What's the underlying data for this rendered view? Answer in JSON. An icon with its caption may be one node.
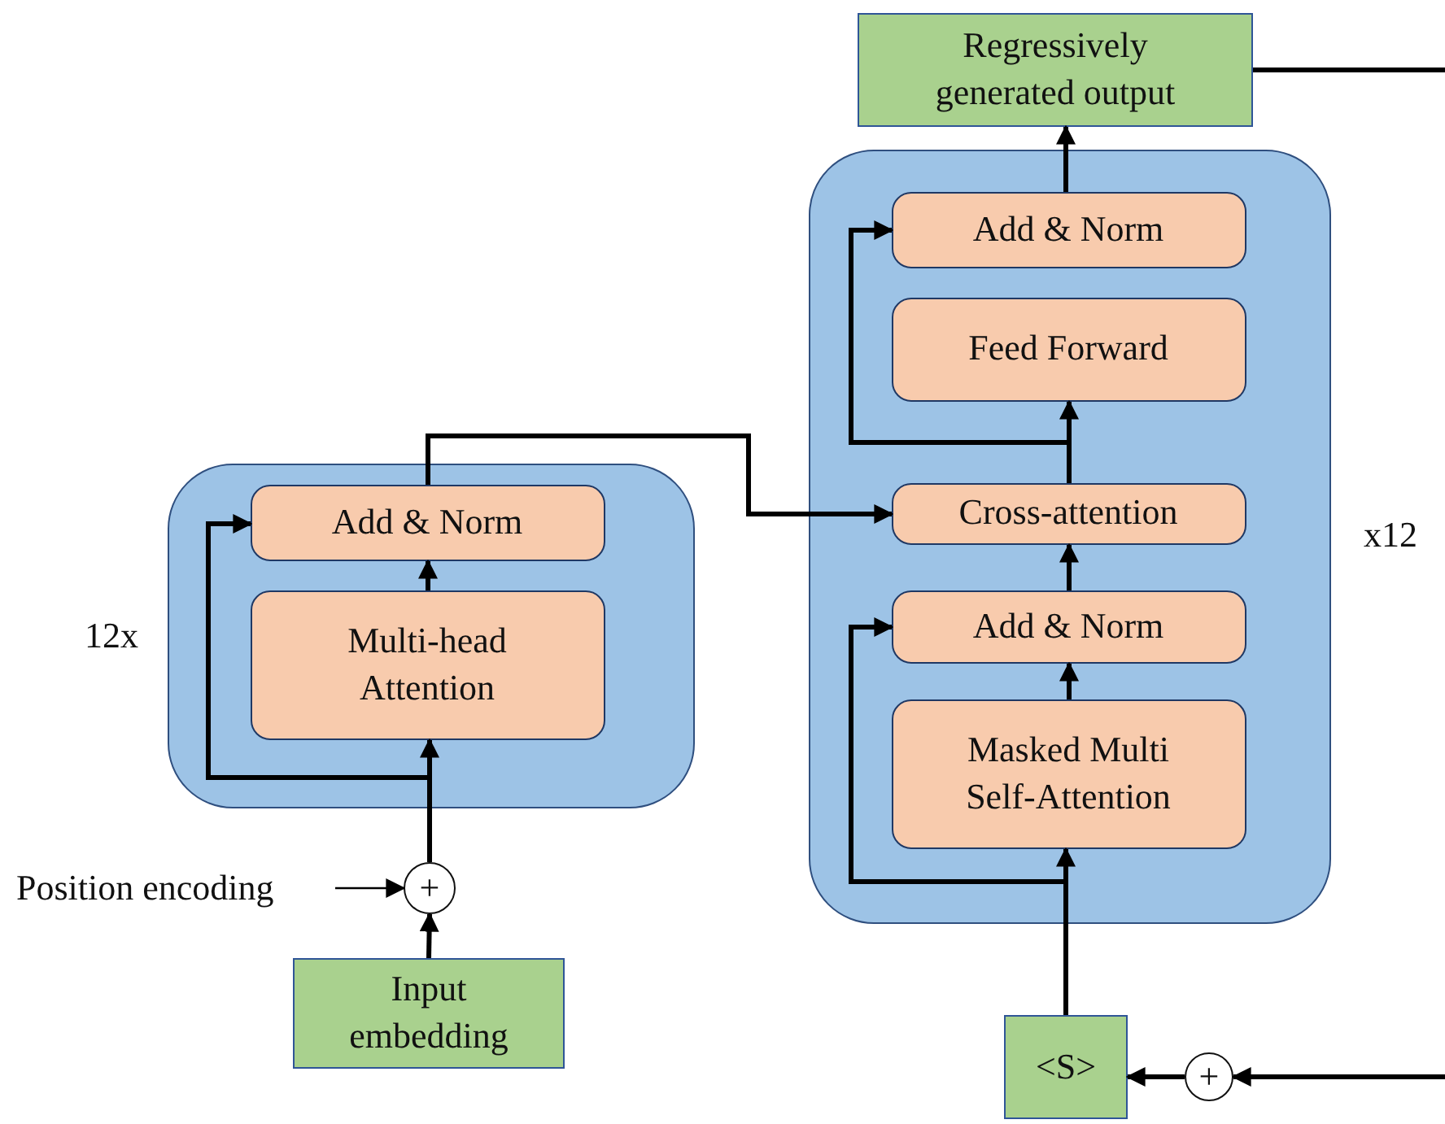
{
  "diagram": {
    "nodes": [
      {
        "text": [],
        "shape": "box",
        "beside": [
          "12x"
        ]
      },
      {
        "text": [
          "Add & Norm"
        ],
        "in": 0
      },
      {
        "text": [
          "Multi-head Attention"
        ],
        "in": 0
      },
      {
        "text": [
          "Position encoding"
        ]
      },
      {
        "text": [
          "+"
        ]
      },
      {
        "text": [
          "Input embedding"
        ]
      },
      {
        "text": [
          "Regressively generated output"
        ]
      },
      {
        "text": [],
        "shape": "box",
        "beside": [
          "x12"
        ]
      },
      {
        "text": [
          "Add & Norm"
        ],
        "in": 7
      },
      {
        "text": [
          "Feed Forward"
        ],
        "in": 7
      },
      {
        "text": [
          "Cross-attention"
        ],
        "in": 7
      },
      {
        "text": [
          "Add & Norm"
        ],
        "in": 7
      },
      {
        "text": [
          "Masked Multi Self-Attention"
        ],
        "in": 7
      },
      {
        "text": [
          "<S>"
        ]
      },
      {
        "text": [
          "+"
        ]
      }
    ],
    "edges": [
      {
        "from": 5,
        "to": 4,
        "arrow": "to"
      },
      {
        "from": 3,
        "to": 4,
        "arrow": "to"
      },
      {
        "from": 4,
        "to": 2,
        "arrow": "to"
      },
      {
        "from": 4,
        "to": 1,
        "arrow": "to"
      },
      {
        "from": 2,
        "to": 1,
        "arrow": "to"
      },
      {
        "from": 1,
        "to": 10,
        "arrow": "to"
      },
      {
        "from": 13,
        "to": 12,
        "arrow": "to"
      },
      {
        "from": 13,
        "to": 11,
        "arrow": "to"
      },
      {
        "from": 12,
        "to": 11,
        "arrow": "to"
      },
      {
        "from": 11,
        "to": 10,
        "arrow": "to"
      },
      {
        "from": 10,
        "to": 9,
        "arrow": "to"
      },
      {
        "from": 10,
        "to": 8,
        "arrow": "to"
      },
      {
        "from": 8,
        "to": 6,
        "arrow": "to"
      },
      {
        "from": 6,
        "to": null,
        "arrow": "none"
      },
      {
        "from": 14,
        "to": 13,
        "arrow": "to"
      },
      {
        "from": null,
        "to": 14,
        "arrow": "to"
      }
    ]
  }
}
